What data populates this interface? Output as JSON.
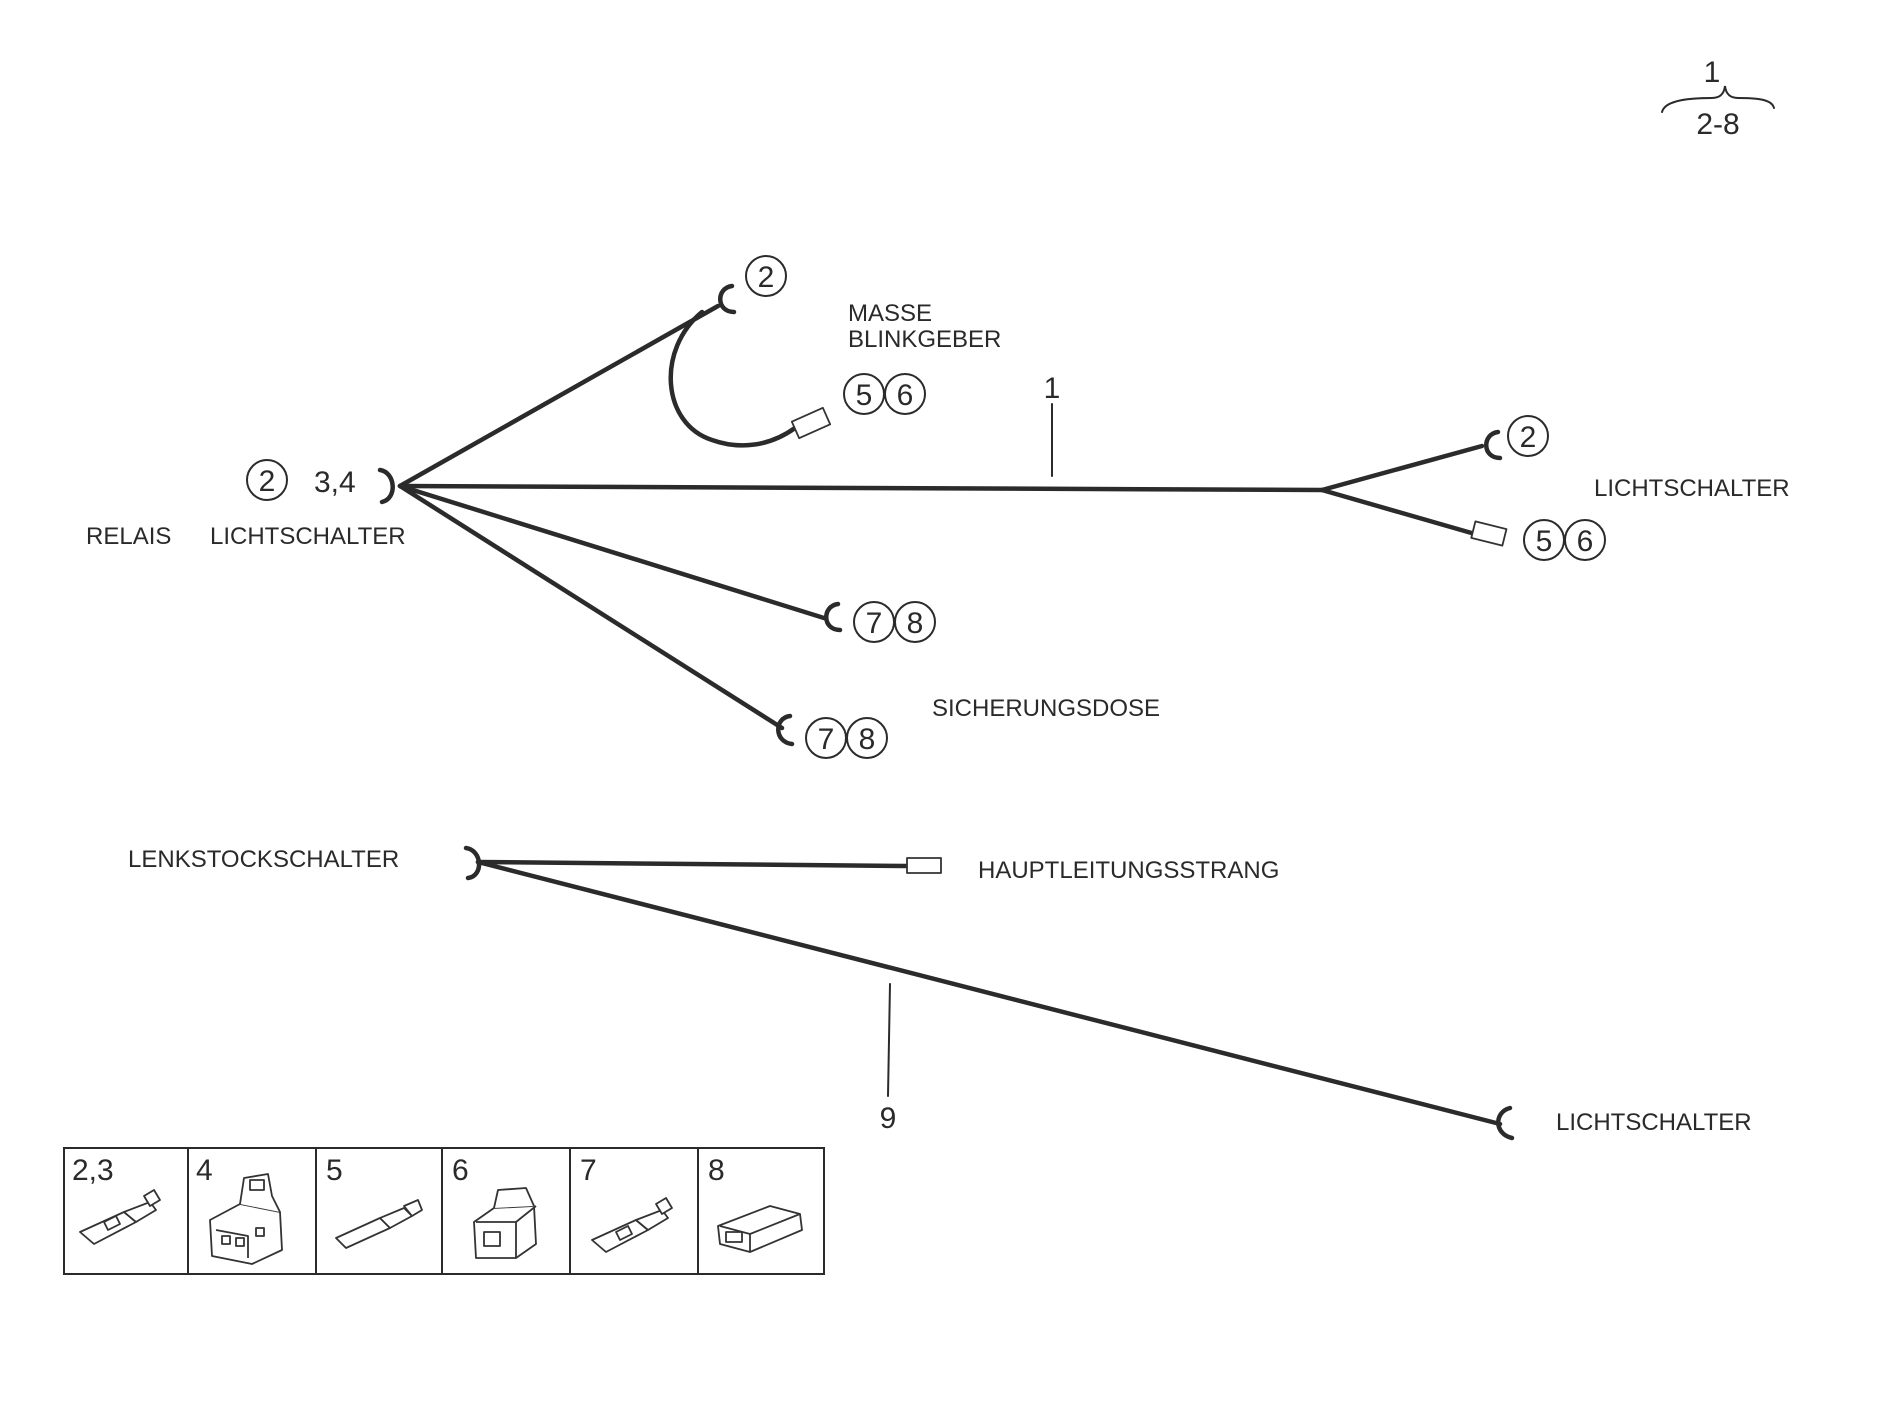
{
  "header_ref": {
    "top": "1",
    "bottom": "2-8"
  },
  "labels": {
    "masse": "MASSE",
    "blinkgeber": "BLINKGEBER",
    "relais": "RELAIS",
    "lichtschalter_left": "LICHTSCHALTER",
    "lichtschalter_right": "LICHTSCHALTER",
    "sicherungsdose": "SICHERUNGSDOSE",
    "lenkstockschalter": "LENKSTOCKSCHALTER",
    "hauptleitungsstrang": "HAUPTLEITUNGSSTRANG",
    "lichtschalter_bottom": "LICHTSCHALTER",
    "main_ref": "3,4",
    "harness_1": "1",
    "harness_9": "9"
  },
  "callouts": {
    "c_masse": [
      "2"
    ],
    "c_blink": [
      "5",
      "6"
    ],
    "c_relais": [
      "2"
    ],
    "c_right_top": [
      "2"
    ],
    "c_right_bottom": [
      "5",
      "6"
    ],
    "c_mid": [
      "7",
      "8"
    ],
    "c_low": [
      "7",
      "8"
    ]
  },
  "parts_table": [
    {
      "label": "2,3",
      "icon": "flat-terminal-icon"
    },
    {
      "label": "4",
      "icon": "multi-pin-housing-icon"
    },
    {
      "label": "5",
      "icon": "pin-terminal-icon"
    },
    {
      "label": "6",
      "icon": "connector-housing-icon"
    },
    {
      "label": "7",
      "icon": "flat-terminal-icon"
    },
    {
      "label": "8",
      "icon": "sleeve-housing-icon"
    }
  ]
}
